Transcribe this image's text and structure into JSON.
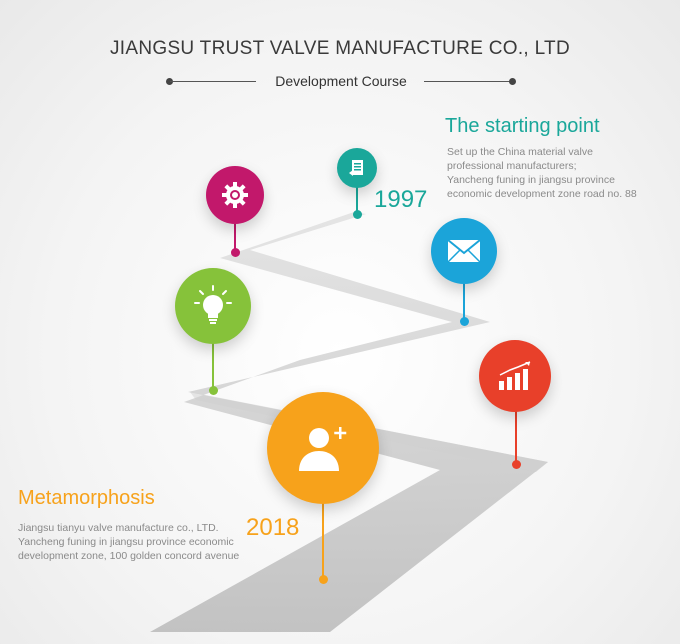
{
  "header": {
    "title": "JIANGSU TRUST VALVE MANUFACTURE CO., LTD",
    "subtitle": "Development Course"
  },
  "milestones": {
    "start": {
      "heading": "The starting point",
      "year": "1997",
      "lines": [
        "Set up the China material valve",
        "professional manufacturers;",
        "Yancheng funing in jiangsu province",
        "economic development zone road no. 88"
      ],
      "color": "#1aa79a"
    },
    "end": {
      "heading": "Metamorphosis",
      "year": "2018",
      "lines": [
        "Jiangsu tianyu valve manufacture co., LTD.",
        "Yancheng funing in jiangsu province economic",
        "development zone, 100 golden concord avenue"
      ],
      "color": "#f7a21b"
    }
  },
  "pins": [
    {
      "icon": "document-icon",
      "color": "#1aa79a"
    },
    {
      "icon": "gear-icon",
      "color": "#c2186b"
    },
    {
      "icon": "envelope-icon",
      "color": "#1ba4d9"
    },
    {
      "icon": "lightbulb-icon",
      "color": "#86c23a"
    },
    {
      "icon": "bar-chart-icon",
      "color": "#e8402a"
    },
    {
      "icon": "add-user-icon",
      "color": "#f7a21b"
    }
  ]
}
